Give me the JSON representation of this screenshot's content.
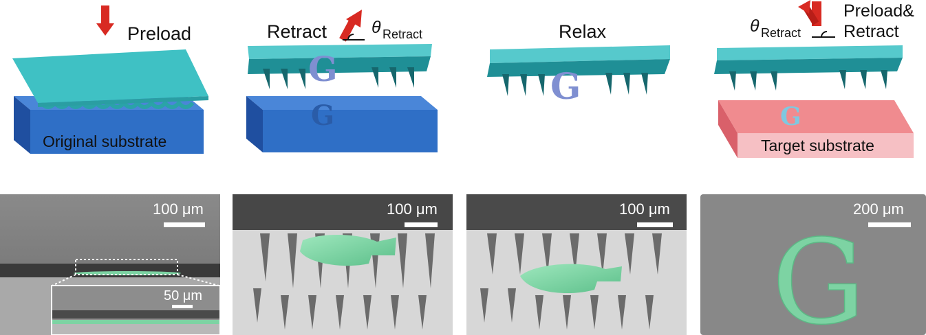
{
  "steps": [
    {
      "label": "Preload",
      "substrate": "Original substrate"
    },
    {
      "label": "Retract",
      "angle_symbol": "θ",
      "angle_sub": "Retract"
    },
    {
      "label": "Relax"
    },
    {
      "label_line1": "Preload&",
      "label_line2": "Retract",
      "angle_symbol": "θ",
      "angle_sub": "Retract",
      "substrate": "Target substrate"
    }
  ],
  "micrographs": [
    {
      "scale_bar": "100 μm",
      "inset_scale_bar": "50 μm"
    },
    {
      "scale_bar": "100 μm"
    },
    {
      "scale_bar": "100 μm"
    },
    {
      "scale_bar": "200 μm",
      "letter": "G"
    }
  ],
  "colors": {
    "stamp": "#3fc1c4",
    "stamp_dark": "#1f8f96",
    "original_substrate": "#2f6fc6",
    "target_substrate": "#f08b8f",
    "arrow": "#d82a22",
    "ink": "#7f8fd1",
    "ink_printed": "#7dd3a3"
  }
}
